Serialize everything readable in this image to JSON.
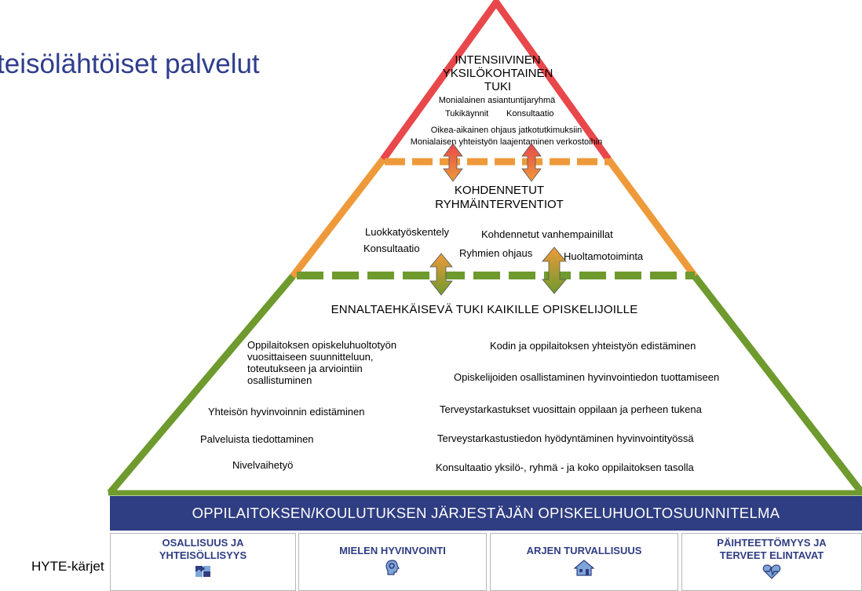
{
  "title": "teisölähtöiset palvelut",
  "top_tier": {
    "heading": [
      "INTENSIIVINEN",
      "YKSILÖKOHTAINEN",
      "TUKI"
    ],
    "items": [
      "Monialainen asiantuntijaryhmä",
      "Tukikäynnit",
      "Konsultaatio",
      "Oikea-aikainen ohjaus jatkotutkimuksiin",
      "Monialaisen yhteistyön laajentaminen verkostoihin"
    ]
  },
  "middle_tier": {
    "heading": [
      "KOHDENNETUT",
      "RYHMÄINTERVENTIOT"
    ],
    "items": [
      "Luokkatyöskentely",
      "Konsultaatio",
      "Kohdennetut vanhempainillat",
      "Ryhmien ohjaus",
      "Huoltamotoiminta"
    ]
  },
  "bottom_tier": {
    "heading": "ENNALTAEHKÄISEVÄ TUKI KAIKILLE OPISKELIJOILLE",
    "left_items": [
      "Oppilaitoksen opiskeluhuoltotyön vuosittaiseen suunnitteluun, toteutukseen ja arviointiin osallistuminen",
      "Yhteisön hyvinvoinnin edistäminen",
      "Palveluista tiedottaminen",
      "Nivelvaihetyö"
    ],
    "right_items": [
      "Kodin ja oppilaitoksen yhteistyön edistäminen",
      "Opiskelijoiden osallistaminen hyvinvointiedon tuottamiseen",
      "Terveystarkastukset vuosittain oppilaan ja perheen tukena",
      "Terveystarkastustiedon hyödyntäminen hyvinvointityössä",
      "Konsultaatio yksilö-, ryhmä - ja koko oppilaitoksen tasolla"
    ]
  },
  "plan_bar": "OPPILAITOKSEN/KOULUTUKSEN JÄRJESTÄJÄN OPISKELUHUOLTOSUUNNITELMA",
  "hyte": {
    "caption": "HYTE-kärjet",
    "boxes": [
      {
        "label": "OSALLISUUS JA YHTEISÖLLISYYS",
        "icon": "puzzle-icon"
      },
      {
        "label": "MIELEN HYVINVOINTI",
        "icon": "head-gear-icon"
      },
      {
        "label": "ARJEN TURVALLISUUS",
        "icon": "house-icon"
      },
      {
        "label": "PÄIHTEETTÖMYYS JA TERVEET ELINTAVAT",
        "icon": "heart-pulse-icon"
      }
    ]
  },
  "colors": {
    "top": "#e8474b",
    "middle": "#ee9a3a",
    "bottom": "#6e9a2e",
    "navy": "#2f3d82",
    "title": "#2f3d8c"
  }
}
